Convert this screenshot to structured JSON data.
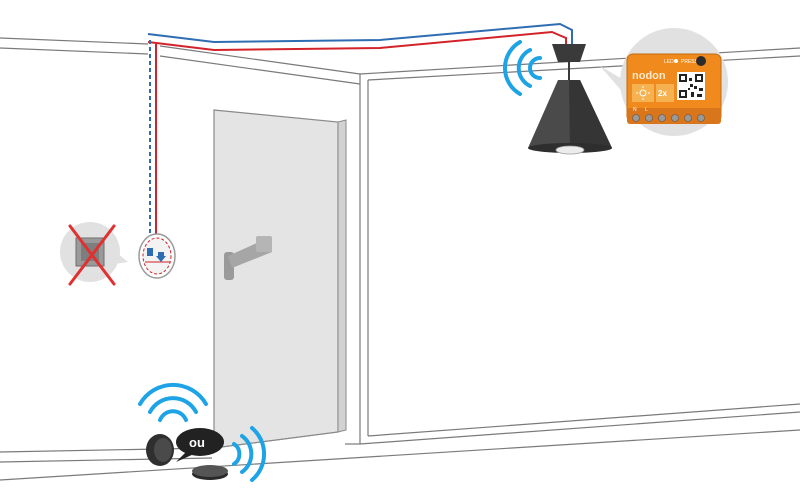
{
  "diagram": {
    "module": {
      "brand": "nodon",
      "led_label": "LED",
      "press_label": "PRESS",
      "badge": "2x",
      "terminals": [
        "N",
        "L",
        "",
        "",
        "",
        ""
      ]
    },
    "bubble_text": "ou",
    "colors": {
      "live_wire": "#d2232a",
      "neutral_wire": "#2f6db3",
      "signal": "#1ea4e6",
      "module_orange": "#f08a1c",
      "wall_line": "#6f6f6f",
      "lamp": "#3a3a3a"
    }
  }
}
